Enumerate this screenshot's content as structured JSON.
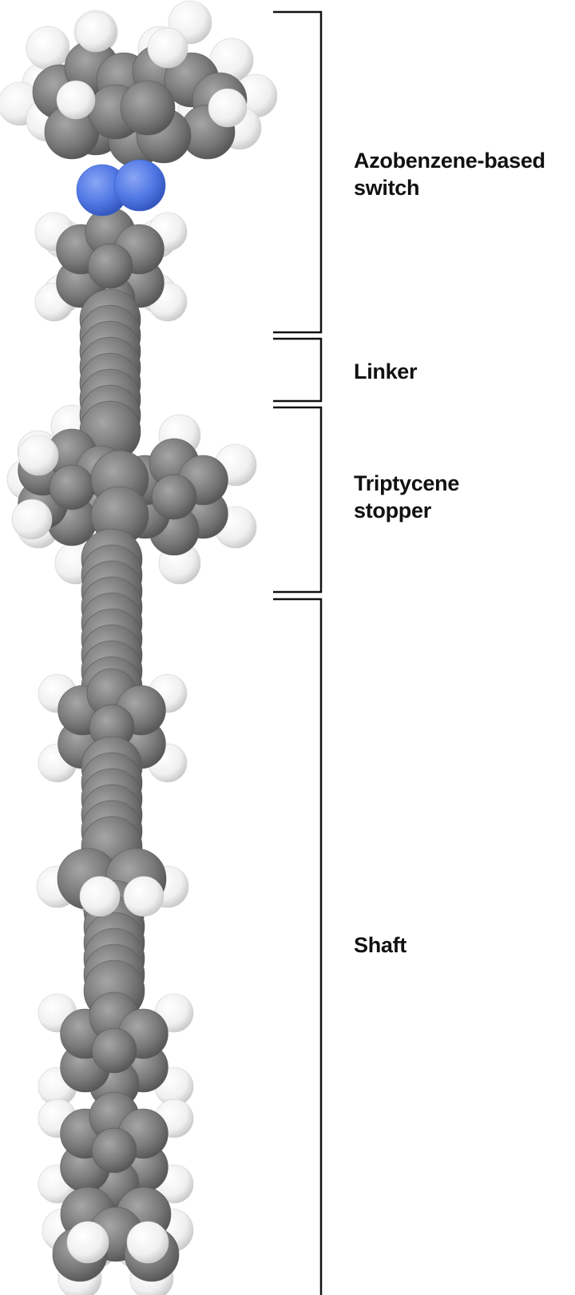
{
  "colors": {
    "carbon": "#7a7a7a",
    "carbon_dark": "#4a4a4a",
    "hydrogen": "#f4f4f4",
    "nitrogen": "#4f78e6",
    "bracket": "#111111",
    "text": "#111111"
  },
  "sections": [
    {
      "id": "switch",
      "lines": [
        "Azobenzene-based",
        "switch"
      ]
    },
    {
      "id": "linker",
      "lines": [
        "Linker"
      ]
    },
    {
      "id": "stopper",
      "lines": [
        "Triptycene",
        "stopper"
      ]
    },
    {
      "id": "shaft",
      "lines": [
        "Shaft"
      ]
    }
  ]
}
